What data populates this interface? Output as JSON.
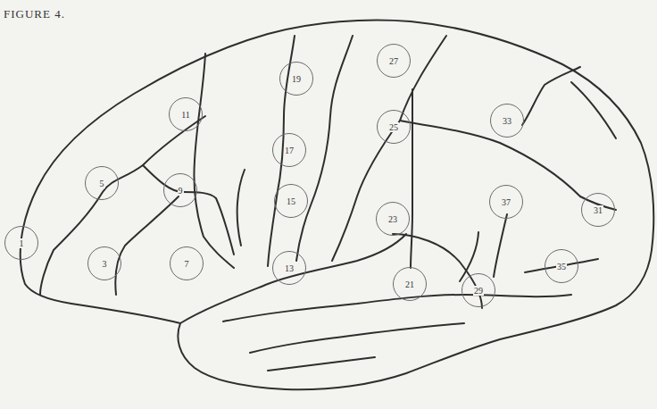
{
  "diagram": {
    "title": "FIGURE 4.",
    "nodes": [
      {
        "text": [
          "1"
        ]
      },
      {
        "text": [
          "3"
        ]
      },
      {
        "text": [
          "5"
        ]
      },
      {
        "text": [
          "7"
        ]
      },
      {
        "text": [
          "9"
        ]
      },
      {
        "text": [
          "11"
        ]
      },
      {
        "text": [
          "13"
        ]
      },
      {
        "text": [
          "15"
        ]
      },
      {
        "text": [
          "17"
        ]
      },
      {
        "text": [
          "19"
        ]
      },
      {
        "text": [
          "21"
        ]
      },
      {
        "text": [
          "23"
        ]
      },
      {
        "text": [
          "25"
        ]
      },
      {
        "text": [
          "27"
        ]
      },
      {
        "text": [
          "29"
        ]
      },
      {
        "text": [
          "31"
        ]
      },
      {
        "text": [
          "33"
        ]
      },
      {
        "text": [
          "35"
        ]
      },
      {
        "text": [
          "37"
        ]
      }
    ]
  }
}
